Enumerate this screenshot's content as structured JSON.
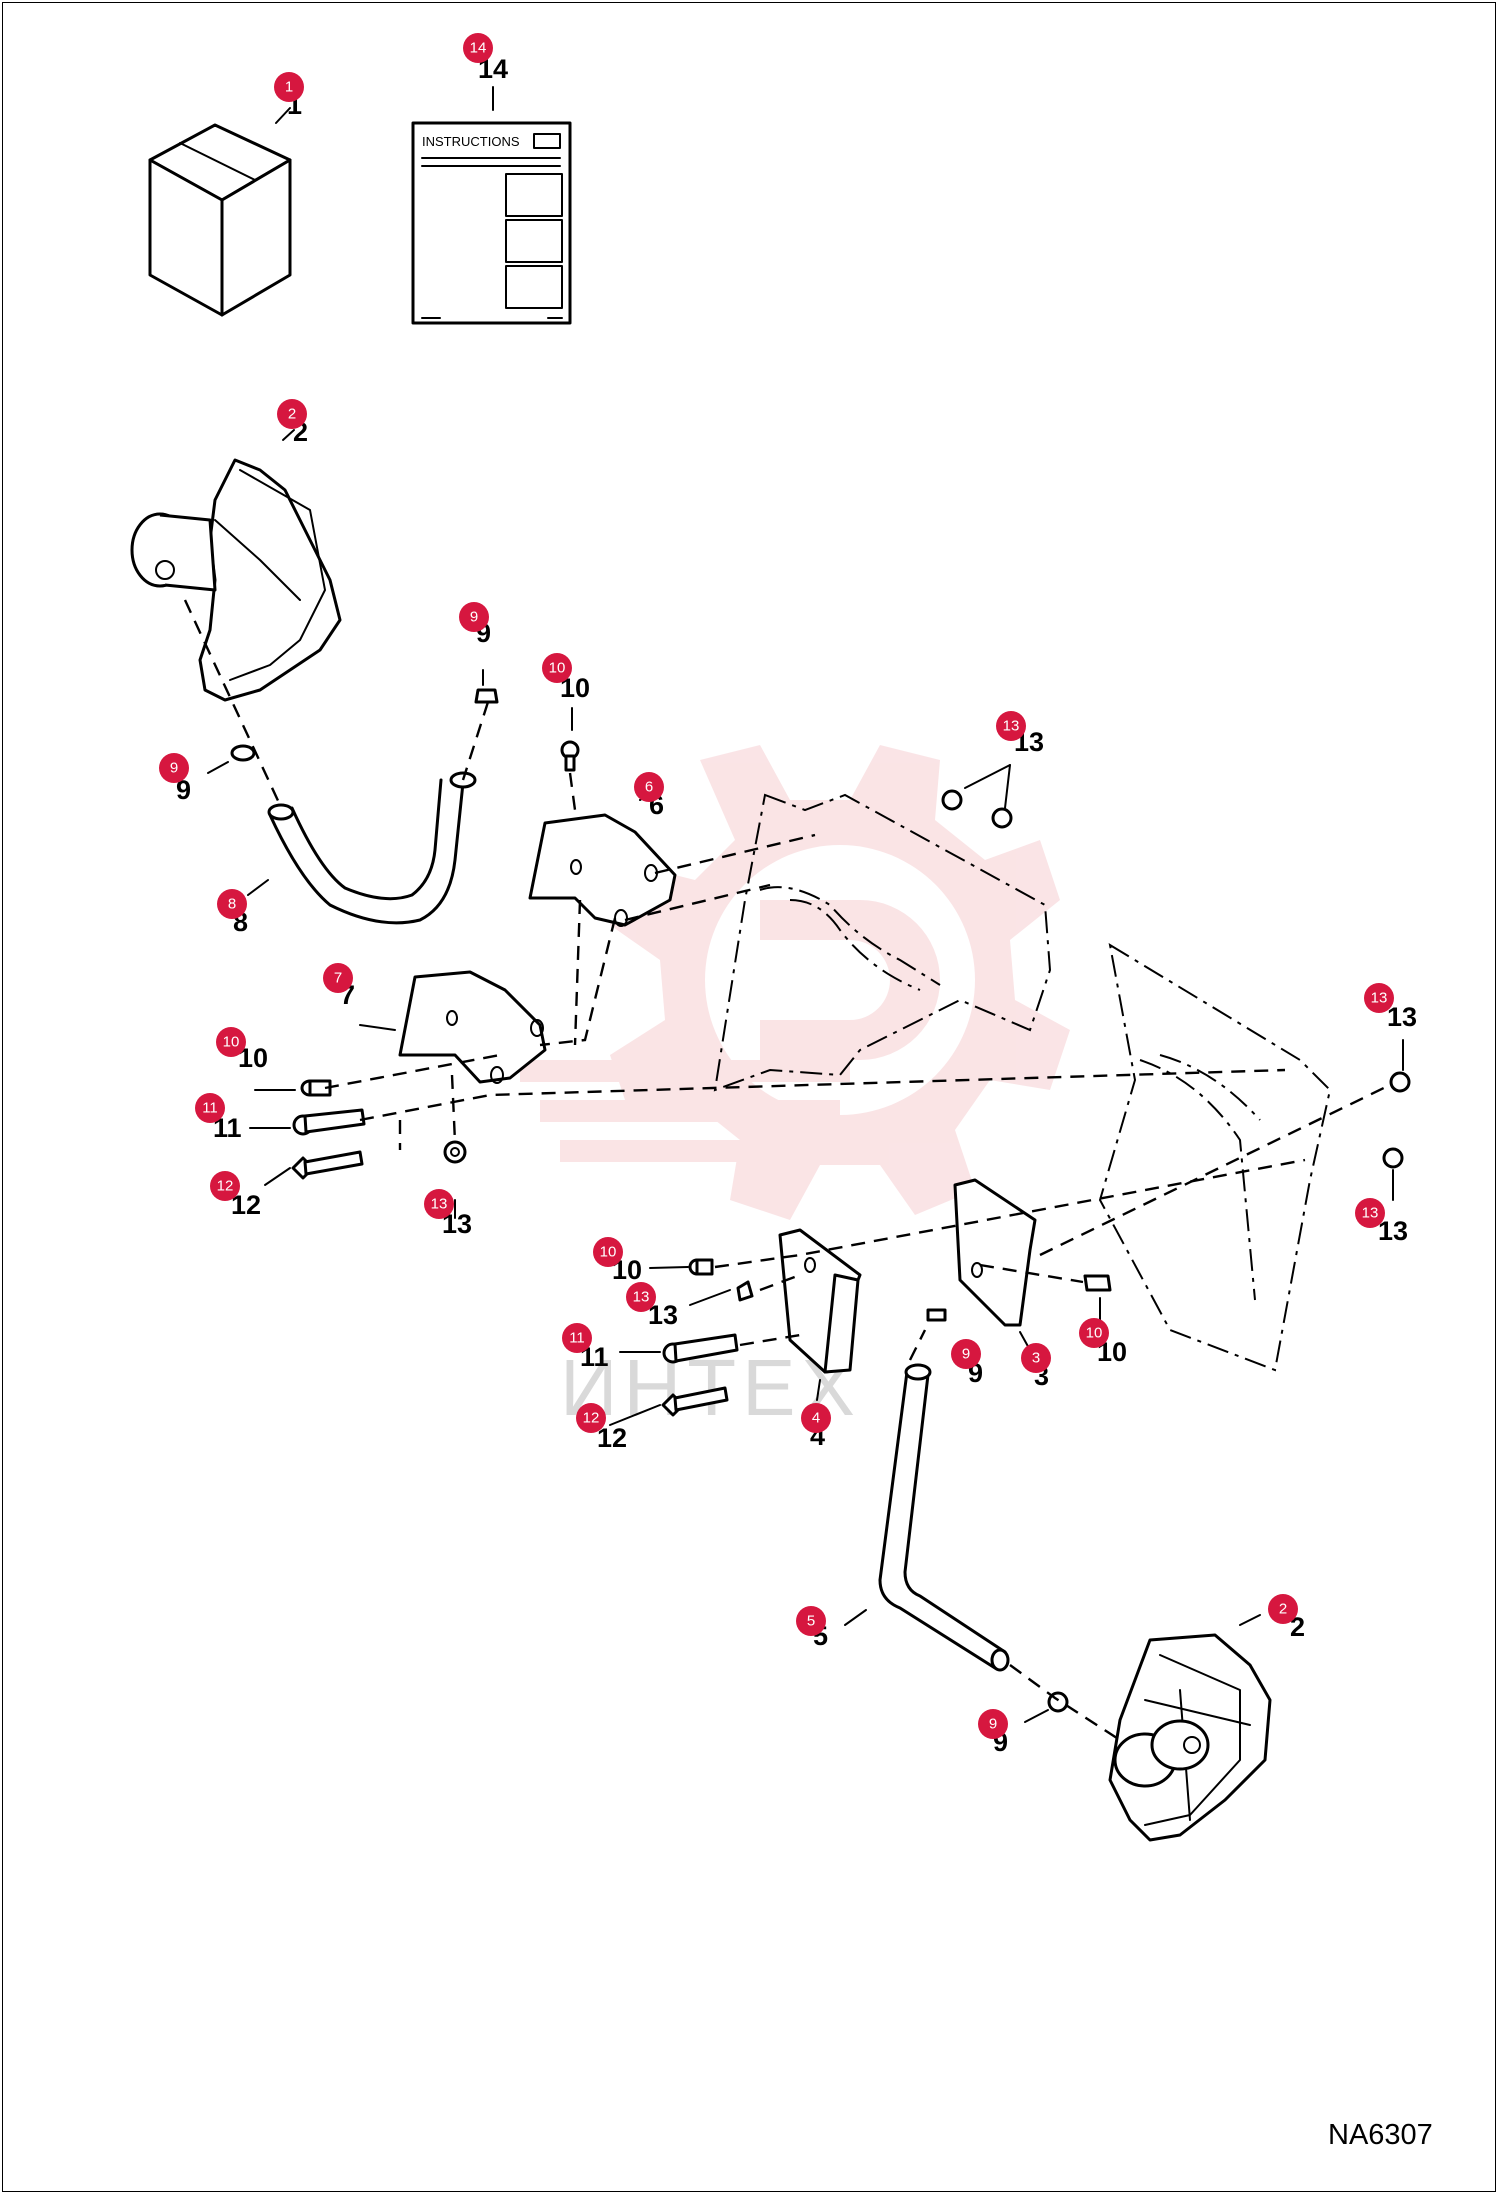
{
  "diagram": {
    "code": "NA6307",
    "instructions_label": "INSTRUCTIONS",
    "watermark": "ИНТЕХ",
    "badge_color": "#d6173f"
  },
  "callouts": [
    {
      "id": "1",
      "label": "1"
    },
    {
      "id": "14",
      "label": "14"
    },
    {
      "id": "2a",
      "label": "2"
    },
    {
      "id": "9a",
      "label": "9"
    },
    {
      "id": "10a",
      "label": "10"
    },
    {
      "id": "13a",
      "label": "13"
    },
    {
      "id": "9b",
      "label": "9"
    },
    {
      "id": "6",
      "label": "6"
    },
    {
      "id": "8",
      "label": "8"
    },
    {
      "id": "7",
      "label": "7"
    },
    {
      "id": "13b",
      "label": "13"
    },
    {
      "id": "10b",
      "label": "10"
    },
    {
      "id": "11a",
      "label": "11"
    },
    {
      "id": "12a",
      "label": "12"
    },
    {
      "id": "13c",
      "label": "13"
    },
    {
      "id": "13d",
      "label": "13"
    },
    {
      "id": "10c",
      "label": "10"
    },
    {
      "id": "13e",
      "label": "13"
    },
    {
      "id": "11b",
      "label": "11"
    },
    {
      "id": "12b",
      "label": "12"
    },
    {
      "id": "4",
      "label": "4"
    },
    {
      "id": "9c",
      "label": "9"
    },
    {
      "id": "3",
      "label": "3"
    },
    {
      "id": "10d",
      "label": "10"
    },
    {
      "id": "5",
      "label": "5"
    },
    {
      "id": "2b",
      "label": "2"
    },
    {
      "id": "9d",
      "label": "9"
    }
  ]
}
